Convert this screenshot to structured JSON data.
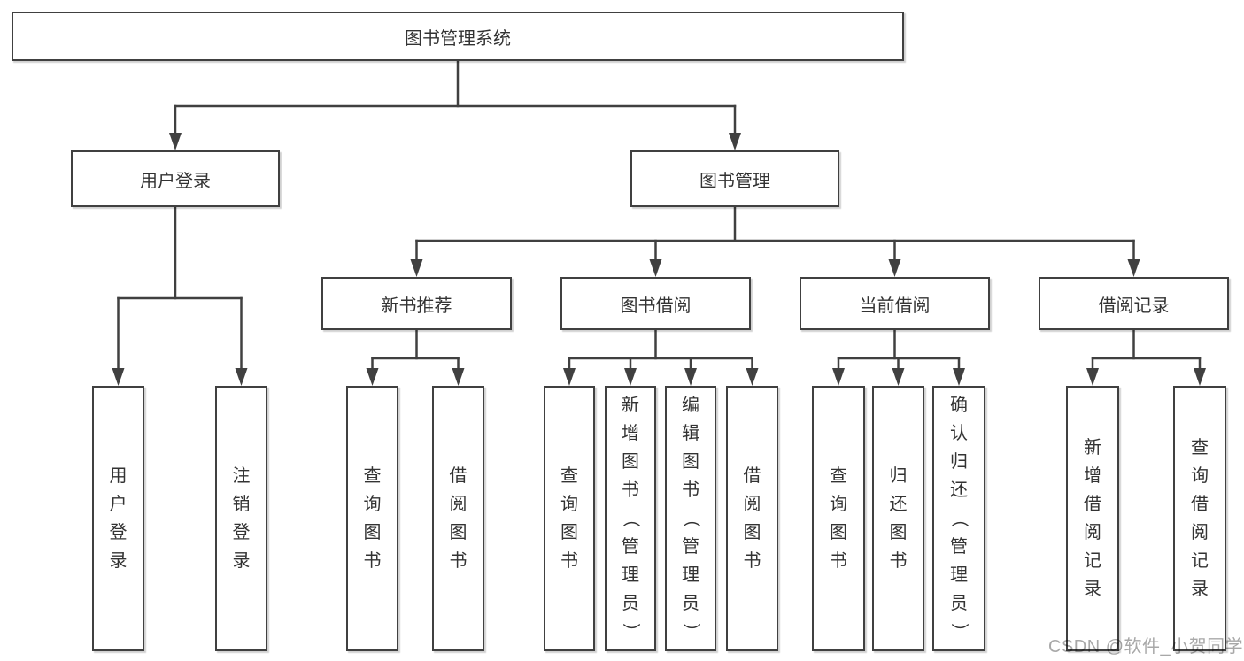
{
  "diagram": {
    "root": {
      "label": "图书管理系统"
    },
    "branches": [
      {
        "label": "用户登录",
        "children": [
          "用户登录",
          "注销登录"
        ]
      },
      {
        "label": "图书管理",
        "groups": [
          {
            "label": "新书推荐",
            "children": [
              "查询图书",
              "借阅图书"
            ]
          },
          {
            "label": "图书借阅",
            "children": [
              "查询图书",
              "新增图书（管理员）",
              "编辑图书（管理员）",
              "借阅图书"
            ]
          },
          {
            "label": "当前借阅",
            "children": [
              "查询图书",
              "归还图书",
              "确认归还（管理员）"
            ]
          },
          {
            "label": "借阅记录",
            "children": [
              "新增借阅记录",
              "查询借阅记录"
            ]
          }
        ]
      }
    ]
  },
  "watermark": {
    "text": "CSDN @软件_小贺同学",
    "color": "#a8a8a8"
  },
  "style": {
    "line_color": "#404040",
    "box_border_color": "#404040",
    "box_background": "#ffffff",
    "text_color": "#333333"
  }
}
